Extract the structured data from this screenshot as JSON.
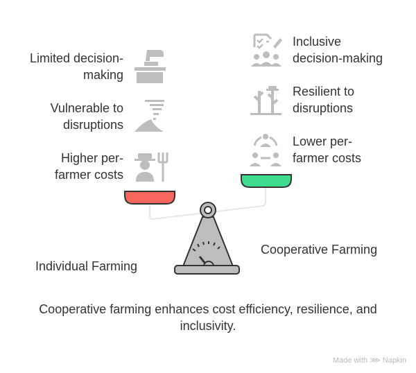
{
  "left_side": {
    "title": "Individual Farming",
    "items": [
      {
        "line1": "Limited decision-",
        "line2": "making",
        "icon": "ballot-box-icon"
      },
      {
        "line1": "Vulnerable to",
        "line2": "disruptions",
        "icon": "tornado-icon"
      },
      {
        "line1": "Higher per-",
        "line2": "farmer costs",
        "icon": "farmer-icon"
      }
    ],
    "pan_color": "#f8675f"
  },
  "right_side": {
    "title": "Cooperative Farming",
    "items": [
      {
        "line1": "Inclusive",
        "line2": "decision-making",
        "icon": "group-checklist-icon"
      },
      {
        "line1": "Resilient to",
        "line2": "disruptions",
        "icon": "trees-icon"
      },
      {
        "line1": "Lower per-",
        "line2": "farmer costs",
        "icon": "people-cycle-icon"
      }
    ],
    "pan_color": "#3fdc8e"
  },
  "conclusion": {
    "line1": "Cooperative farming enhances cost efficiency, resilience, and",
    "line2": "inclusivity."
  },
  "watermark": "Made with ⋙ Napkin"
}
